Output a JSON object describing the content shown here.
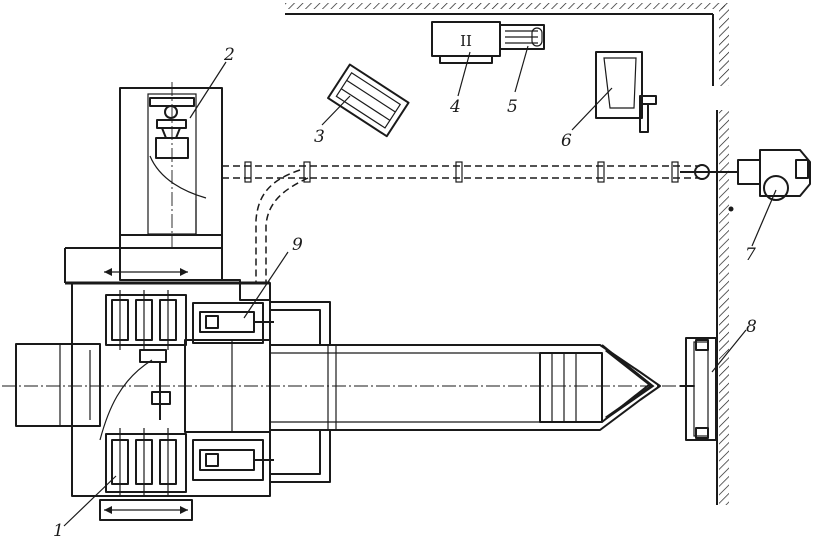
{
  "diagram": {
    "labels": [
      {
        "id": "label-1",
        "text": "1"
      },
      {
        "id": "label-2",
        "text": "2"
      },
      {
        "id": "label-3",
        "text": "3"
      },
      {
        "id": "label-4",
        "text": "4"
      },
      {
        "id": "label-5",
        "text": "5"
      },
      {
        "id": "label-6",
        "text": "6"
      },
      {
        "id": "label-7",
        "text": "7"
      },
      {
        "id": "label-8",
        "text": "8"
      },
      {
        "id": "label-9",
        "text": "9"
      }
    ],
    "unit_4_marking": "II"
  }
}
